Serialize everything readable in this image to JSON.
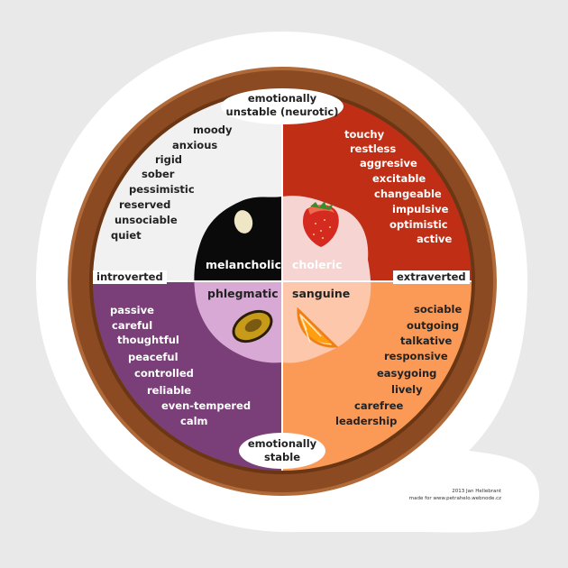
{
  "poles": {
    "top": [
      "emotionally",
      "unstable (neurotic)"
    ],
    "bottom": [
      "emotionally",
      "stable"
    ]
  },
  "axis": {
    "left": "introverted",
    "right": "extraverted"
  },
  "temperaments": {
    "melancholic": "melancholic",
    "choleric": "choleric",
    "phlegmatic": "phlegmatic",
    "sanguine": "sanguine"
  },
  "traits": {
    "melancholic": [
      "moody",
      "anxious",
      "rigid",
      "sober",
      "pessimistic",
      "reserved",
      "unsociable",
      "quiet"
    ],
    "choleric": [
      "touchy",
      "restless",
      "aggresive",
      "excitable",
      "changeable",
      "impulsive",
      "optimistic",
      "active"
    ],
    "phlegmatic": [
      "passive",
      "careful",
      "thoughtful",
      "peaceful",
      "controlled",
      "reliable",
      "even-tempered",
      "calm"
    ],
    "sanguine": [
      "sociable",
      "outgoing",
      "talkative",
      "responsive",
      "easygoing",
      "lively",
      "carefree",
      "leadership"
    ]
  },
  "credit": [
    "2013 Jan Hellebrant",
    "made for www.petrahelo.webnode.cz"
  ],
  "colors": {
    "melancholic": "#f1f1f1",
    "choleric": "#c02e16",
    "phlegmatic": "#7a3f78",
    "sanguine": "#fb9a57",
    "rim": "#8b4a21",
    "center_black": "#0a0a0a",
    "center_pink": "#f6d4d2",
    "center_lilac": "#d9a9d5",
    "center_peach": "#fcc7aa"
  },
  "icons": {
    "melancholic": "black-bile-drop-icon",
    "choleric": "strawberry-icon",
    "phlegmatic": "olive-slice-icon",
    "sanguine": "orange-slice-icon"
  }
}
